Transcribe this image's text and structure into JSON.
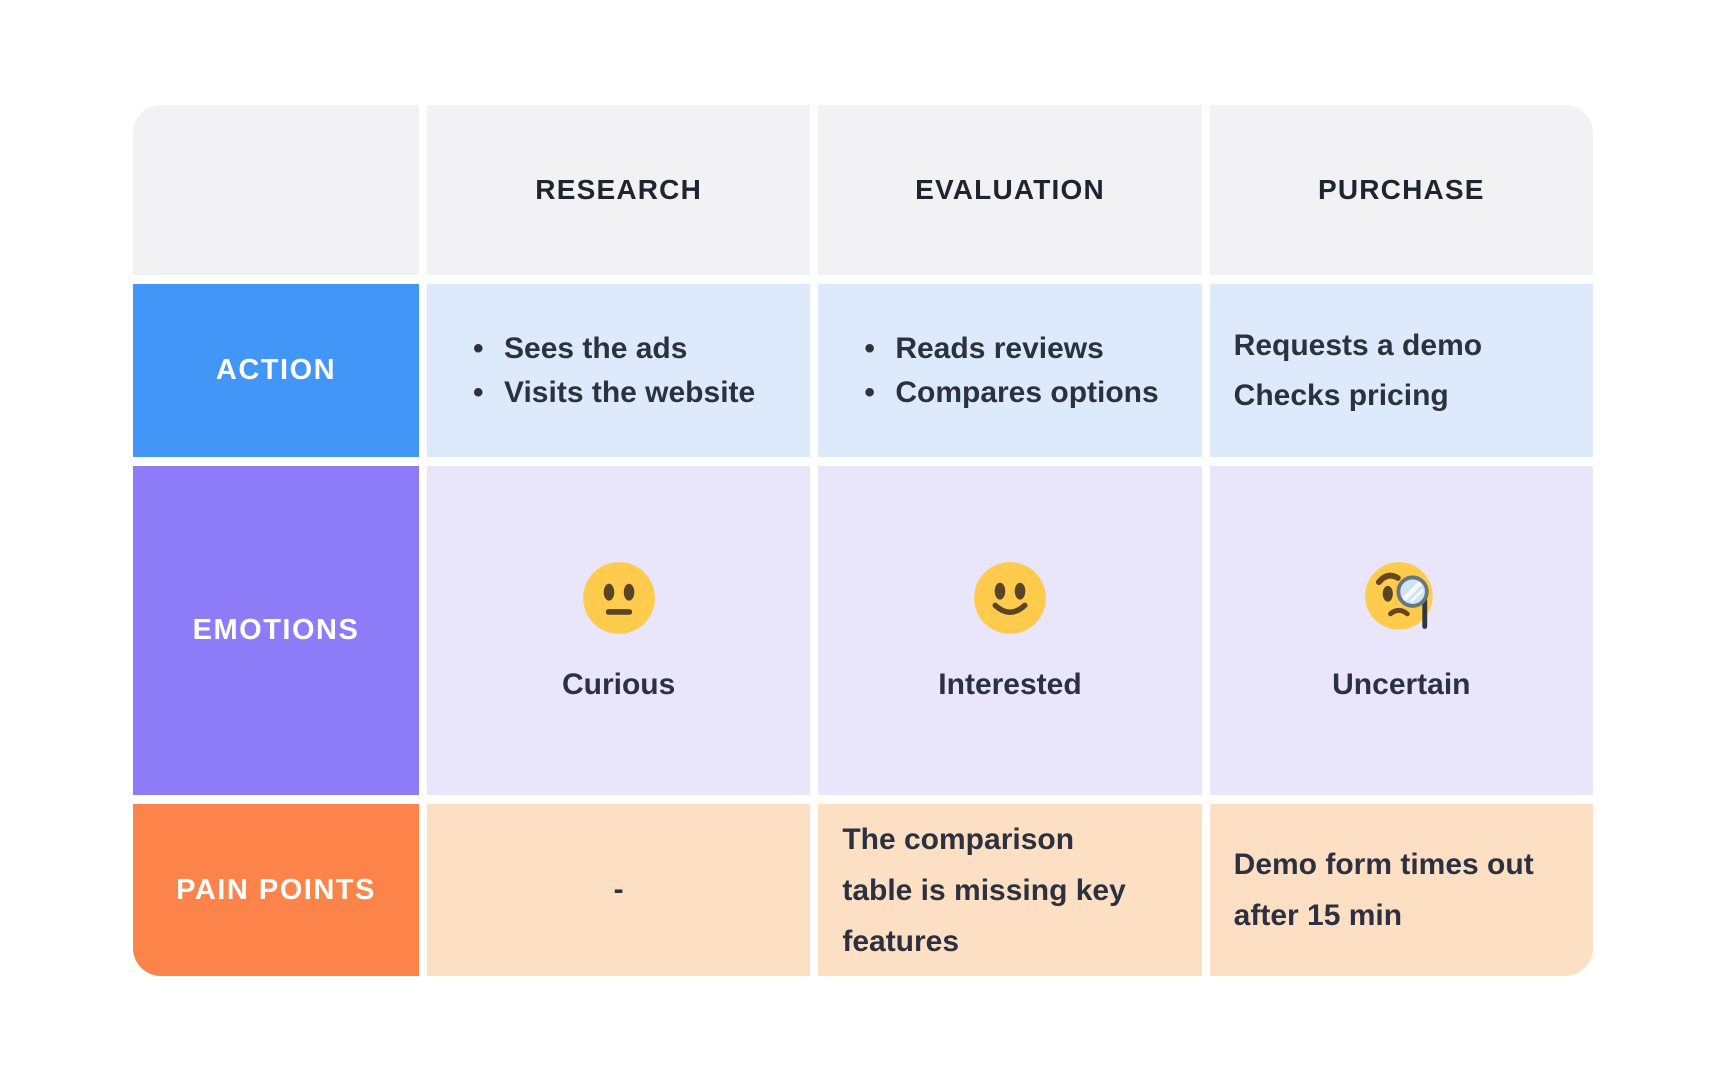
{
  "palette": {
    "page_background": "#FFFFFF",
    "header_bg": "#F2F2F4",
    "action_label_bg": "#4196F8",
    "action_cell_bg": "#DDEAFB",
    "emotions_label_bg": "#8D7BF8",
    "emotions_cell_bg": "#E9E5FA",
    "pain_label_bg": "#FC8349",
    "pain_cell_bg": "#FDE0C3",
    "header_text": "#1E2430",
    "body_text": "#2B3140",
    "label_text": "#FFFFFF",
    "emoji_face": "#FFCB4C",
    "emoji_features": "#65471B"
  },
  "journey": {
    "stages": [
      {
        "label": "RESEARCH"
      },
      {
        "label": "EVALUATION"
      },
      {
        "label": "PURCHASE"
      }
    ],
    "action": {
      "label": "ACTION",
      "research": {
        "items": [
          "Sees the ads",
          "Visits the website"
        ]
      },
      "evaluation": {
        "items": [
          "Reads reviews",
          "Compares options"
        ]
      },
      "purchase": {
        "lines": [
          "Requests a demo",
          "Checks pricing"
        ]
      }
    },
    "emotions": {
      "label": "EMOTIONS",
      "cells": [
        {
          "emoji": "neutral-face",
          "caption": "Curious"
        },
        {
          "emoji": "slightly-smiling-face",
          "caption": "Interested"
        },
        {
          "emoji": "face-with-monocle",
          "caption": "Uncertain"
        }
      ]
    },
    "pain_points": {
      "label": "PAIN POINTS",
      "research": "-",
      "evaluation": "The comparison table is missing key features",
      "purchase": "Demo form times out after 15 min"
    }
  }
}
